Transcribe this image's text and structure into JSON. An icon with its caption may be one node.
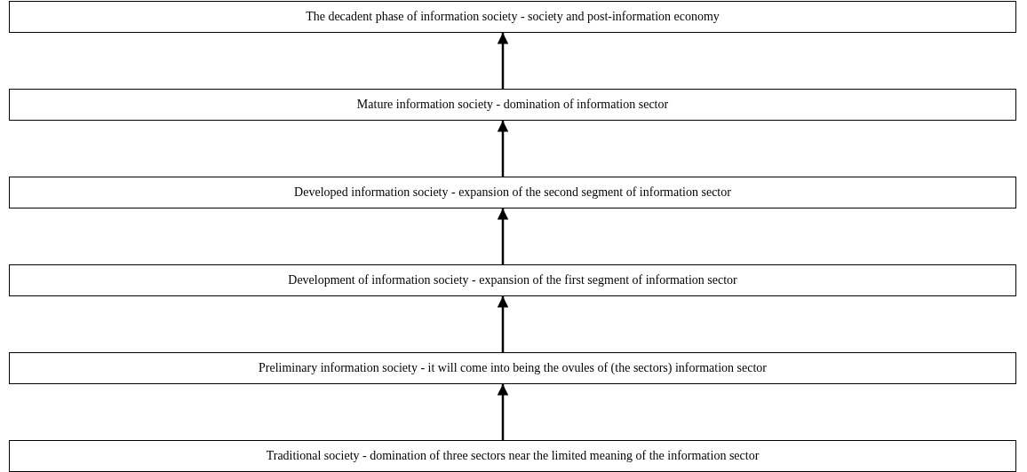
{
  "diagram": {
    "nodes": [
      {
        "text": [
          "The decadent phase of information society -  society and post-information economy"
        ]
      },
      {
        "text": [
          "Mature information society - domination of information sector"
        ]
      },
      {
        "text": [
          "Developed information society - expansion of the second segment of information sector"
        ]
      },
      {
        "text": [
          "Development of information society - expansion of the first segment of information sector"
        ]
      },
      {
        "text": [
          "Preliminary information society - it will come into being the ovules of (the sectors) information sector"
        ]
      },
      {
        "text": [
          "Traditional society - domination of three sectors near the limited meaning of the information sector"
        ]
      }
    ],
    "edges": [
      {
        "from": 5,
        "to": 4,
        "arrow": "to"
      },
      {
        "from": 4,
        "to": 3,
        "arrow": "to"
      },
      {
        "from": 3,
        "to": 2,
        "arrow": "to"
      },
      {
        "from": 2,
        "to": 1,
        "arrow": "to"
      },
      {
        "from": 1,
        "to": 0,
        "arrow": "to"
      }
    ]
  }
}
